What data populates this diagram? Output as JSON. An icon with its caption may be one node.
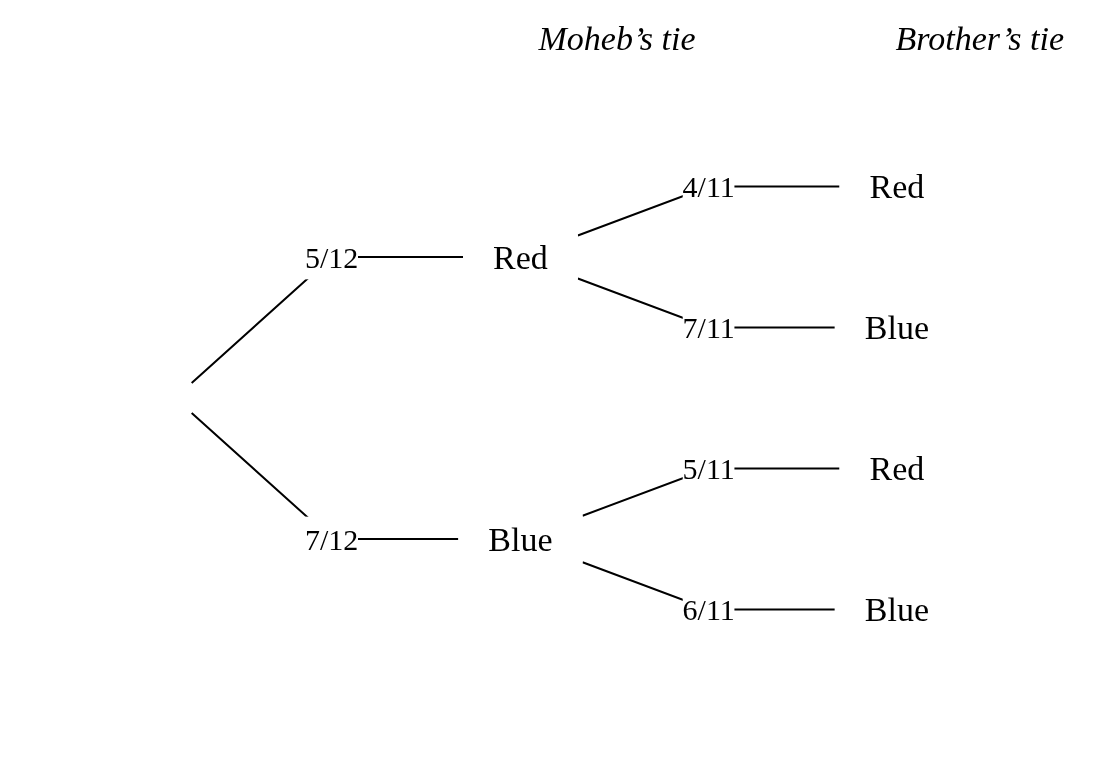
{
  "diagram": {
    "nodes": [
      {
        "text": [
          "Red"
        ]
      },
      {
        "text": [
          "Blue"
        ]
      },
      {
        "text": [
          "Red"
        ]
      },
      {
        "text": [
          "Blue"
        ]
      },
      {
        "text": [
          "Red"
        ]
      },
      {
        "text": [
          "Blue"
        ]
      }
    ],
    "edges": [
      {
        "from": null,
        "to": 0,
        "arrow": "none",
        "label": "5/12"
      },
      {
        "from": null,
        "to": 1,
        "arrow": "none",
        "label": "7/12"
      },
      {
        "from": 0,
        "to": 2,
        "arrow": "none",
        "label": "4/11"
      },
      {
        "from": 0,
        "to": 3,
        "arrow": "none",
        "label": "7/11"
      },
      {
        "from": 1,
        "to": 4,
        "arrow": "none",
        "label": "5/11"
      },
      {
        "from": 1,
        "to": 5,
        "arrow": "none",
        "label": "6/11"
      }
    ],
    "labels": [
      "Moheb’s tie",
      "Brother’s tie"
    ]
  }
}
